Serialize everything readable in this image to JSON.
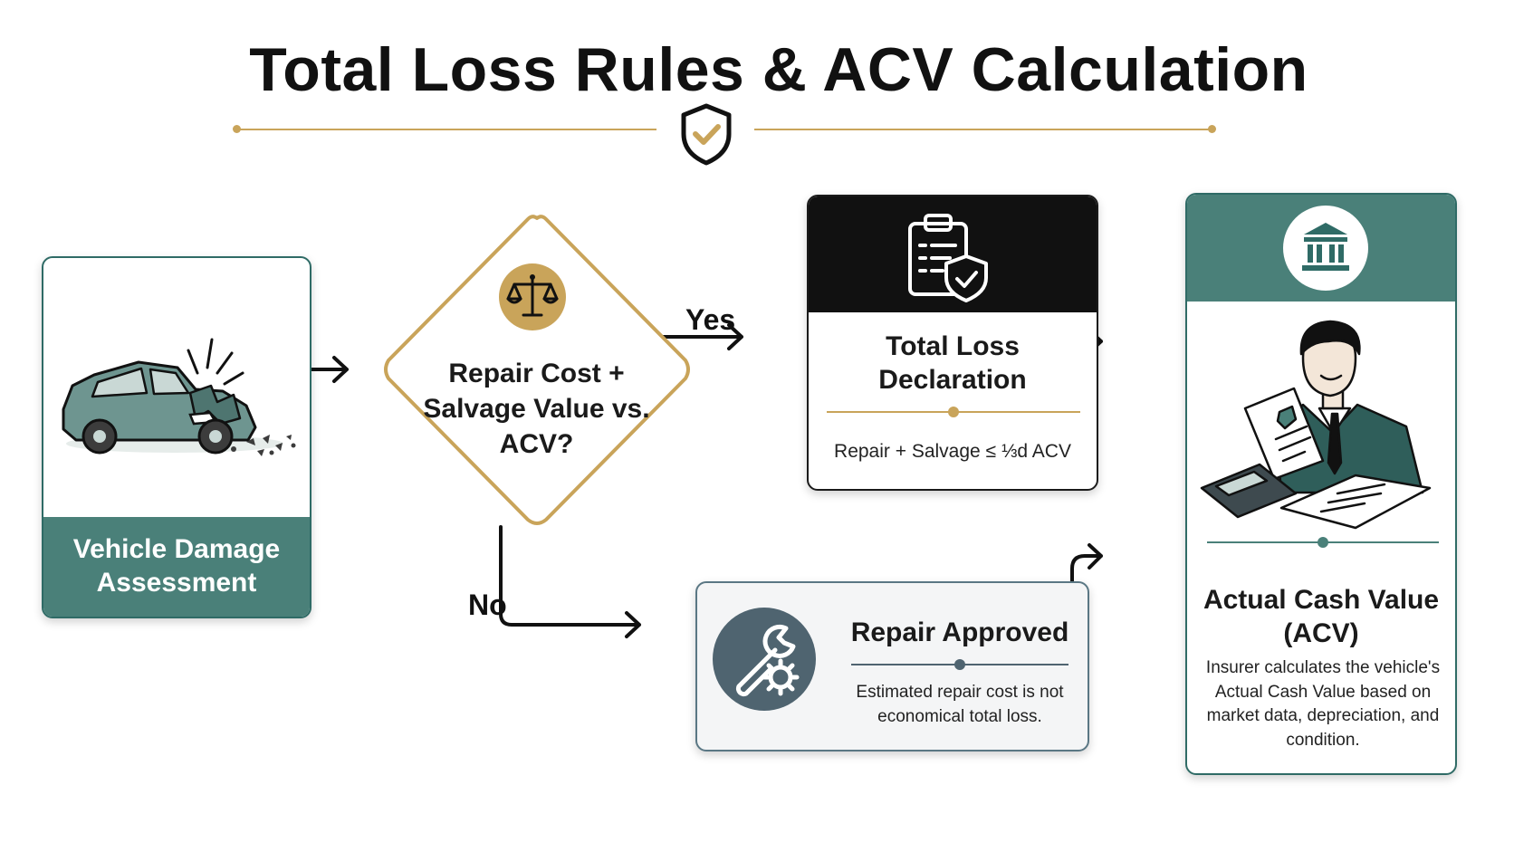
{
  "title": "Total Loss Rules & ACV Calculation",
  "colors": {
    "teal": "#4a8079",
    "teal_dark": "#2f6b66",
    "gold": "#c9a45a",
    "slate": "#5a7784",
    "black": "#111111"
  },
  "header": {
    "icon": "shield-check-icon"
  },
  "nodes": {
    "assessment": {
      "label": "Vehicle Damage Assessment",
      "icon": "damaged-car-icon"
    },
    "decision": {
      "label": "Repair Cost + Salvage Value vs. ACV?",
      "icon": "scales-icon"
    },
    "total_loss": {
      "title": "Total Loss Declaration",
      "rule": "Repair + Salvage ≤ ⅓d ACV",
      "icon": "clipboard-shield-icon"
    },
    "repair": {
      "title": "Repair Approved",
      "description": "Estimated repair cost is not economical total loss.",
      "icon": "wrench-gear-icon"
    },
    "acv": {
      "title": "Actual Cash Value (ACV)",
      "description": "Insurer calculates the vehicle's Actual Cash Value based on market data, depreciation, and condition.",
      "icon": "bank-icon",
      "illustration": "appraiser-with-calculator-icon"
    }
  },
  "edges": {
    "yes_label": "Yes",
    "no_label": "No"
  }
}
